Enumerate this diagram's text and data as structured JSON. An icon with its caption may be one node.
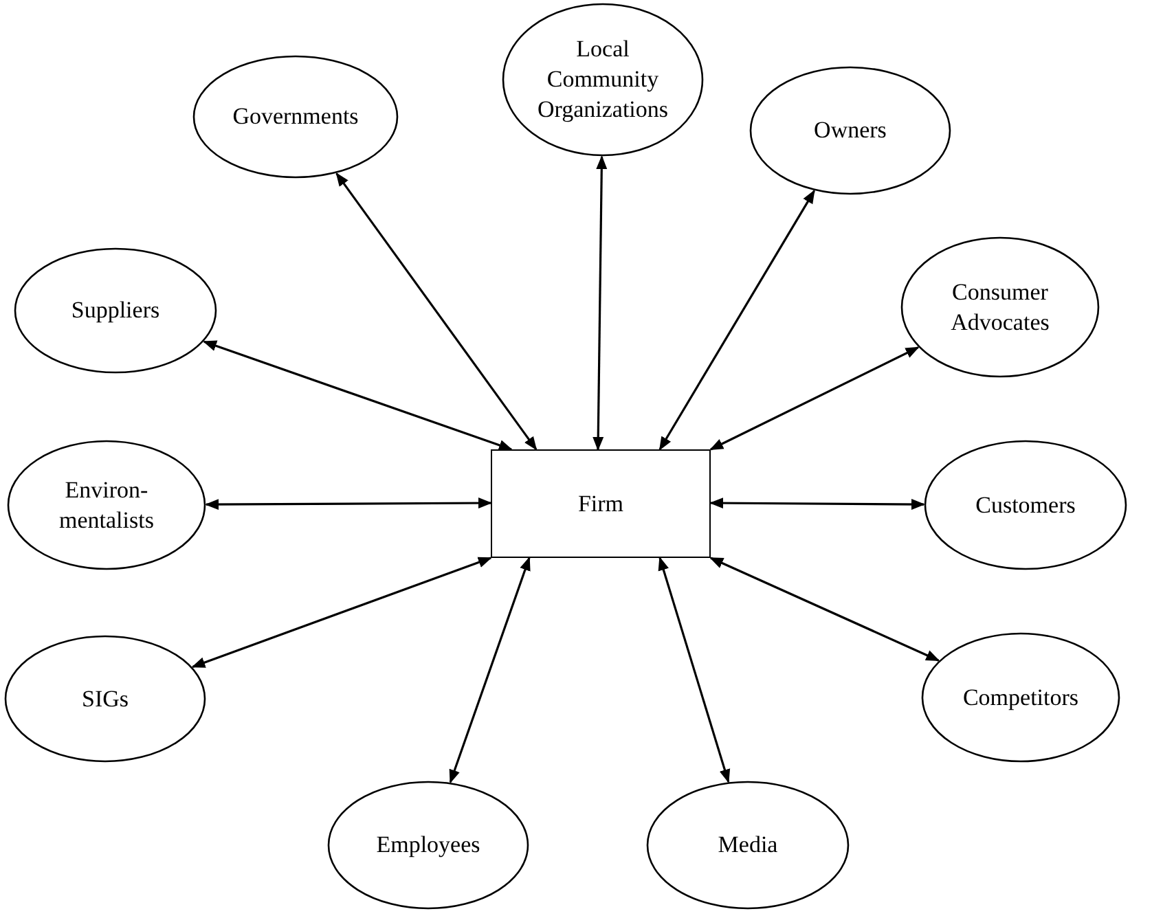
{
  "diagram": {
    "nodes": [
      {
        "text": [
          "Local Community Organizations"
        ]
      },
      {
        "text": [
          "Governments"
        ]
      },
      {
        "text": [
          "Owners"
        ]
      },
      {
        "text": [
          "Consumer Advocates"
        ]
      },
      {
        "text": [
          "Suppliers"
        ]
      },
      {
        "text": [
          "Firm"
        ]
      },
      {
        "text": [
          "Environ- mentalists"
        ]
      },
      {
        "text": [
          "Customers"
        ]
      },
      {
        "text": [
          "SIGs"
        ]
      },
      {
        "text": [
          "Competitors"
        ]
      },
      {
        "text": [
          "Employees"
        ]
      },
      {
        "text": [
          "Media"
        ]
      }
    ],
    "edges": [
      {
        "from": 5,
        "to": 1,
        "arrow": "both"
      },
      {
        "from": 5,
        "to": 0,
        "arrow": "both"
      },
      {
        "from": 5,
        "to": 2,
        "arrow": "both"
      },
      {
        "from": 5,
        "to": 4,
        "arrow": "both"
      },
      {
        "from": 5,
        "to": 3,
        "arrow": "both"
      },
      {
        "from": 5,
        "to": 6,
        "arrow": "both"
      },
      {
        "from": 5,
        "to": 7,
        "arrow": "both"
      },
      {
        "from": 5,
        "to": 8,
        "arrow": "both"
      },
      {
        "from": 5,
        "to": 9,
        "arrow": "both"
      },
      {
        "from": 5,
        "to": 10,
        "arrow": "both"
      },
      {
        "from": 5,
        "to": 11,
        "arrow": "both"
      }
    ]
  }
}
